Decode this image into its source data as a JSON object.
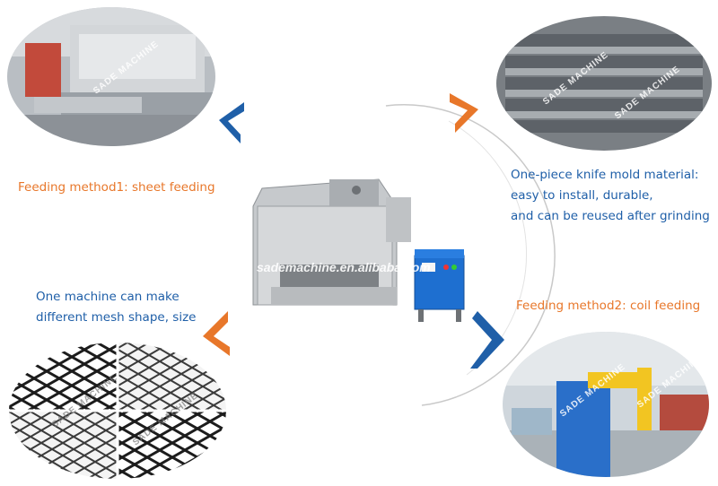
{
  "captions": {
    "feeding_method_1": "Feeding method1: sheet feeding",
    "mold_line_1": "One-piece knife mold material:",
    "mold_line_2": "easy to install, durable,",
    "mold_line_3": "and can be reused after grinding",
    "mesh_line_1": "One machine can make",
    "mesh_line_2": "different mesh shape, size",
    "feeding_method_2": "Feeding method2: coil feeding"
  },
  "watermarks": {
    "brand": "SADE MACHINE",
    "center": "sademachine.en.alibaba.com"
  },
  "colors": {
    "orange": "#e8772a",
    "blue": "#1f5fa8"
  }
}
